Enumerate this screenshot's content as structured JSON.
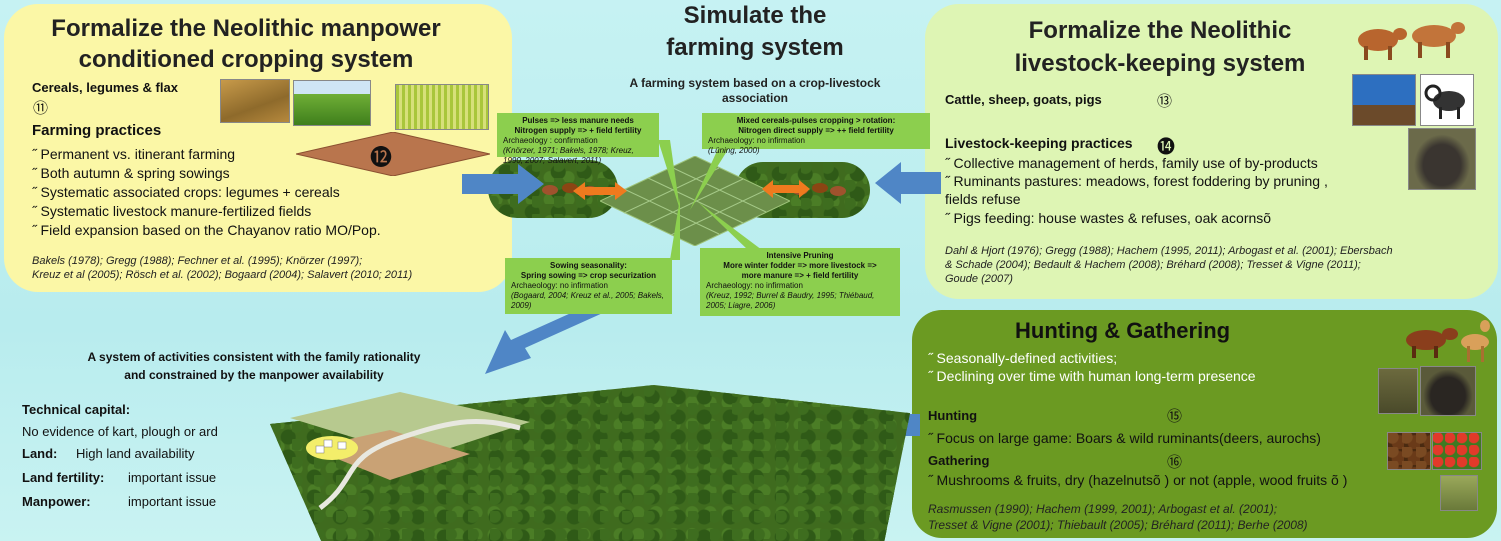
{
  "center": {
    "title_line1": "Simulate the",
    "title_line2": "farming system",
    "subtitle_line1": "A farming system based on a crop-livestock",
    "subtitle_line2": "association"
  },
  "crop_panel": {
    "title_line1": "Formalize the Neolithic manpower",
    "title_line2": "conditioned cropping system",
    "cereals_label": "Cereals, legumes & flax",
    "marker_11": "⑪",
    "practices_label": "Farming practices",
    "marker_12": "⓬",
    "bullets": [
      "˝ Permanent vs. itinerant farming",
      "˝ Both autumn & spring sowings",
      "˝ Systematic associated crops: legumes + cereals",
      "˝ Systematic livestock manure-fertilized fields",
      "˝ Field expansion based on the  Chayanov ratio MO/Pop."
    ],
    "refs_line1": "Bakels (1978); Gregg (1988); Fechner et al. (1995);  Knörzer (1997);",
    "refs_line2": "Kreuz et al (2005); Rösch et al. (2002);  Bogaard (2004); Salavert (2010; 2011)"
  },
  "live_panel": {
    "title_line1": "Formalize the Neolithic",
    "title_line2": "livestock-keeping system",
    "animals_label": "Cattle, sheep, goats, pigs",
    "marker_13": "⑬",
    "practices_label": "Livestock-keeping practices",
    "marker_14": "⓮",
    "bullets": [
      "˝ Collective management of herds, family use  of by-products",
      "˝ Ruminants  pastures: meadows, forest foddering by pruning ,",
      "   fields  refuse",
      "˝ Pigs feeding: house wastes & refuses, oak acornsõ"
    ],
    "refs_line1": "Dahl & Hjort (1976); Gregg (1988); Hachem (1995, 2011); Arbogast et al. (2001); Ebersbach",
    "refs_line2": " & Schade (2004); Bedault & Hachem (2008); Bréhard (2008); Tresset & Vigne (2011);",
    "refs_line3": " Goude (2007)"
  },
  "hunt_panel": {
    "title": "Hunting & Gathering",
    "bullet1": "˝ Seasonally-defined activities;",
    "bullet2": "˝ Declining over time with human long-term presence",
    "hunting_label": "Hunting",
    "marker_15": "⑮",
    "hunting_bullet": "˝ Focus on large game: Boars & wild ruminants(deers, aurochs)",
    "gathering_label": "Gathering",
    "marker_16": "⑯",
    "gathering_bullet": "˝ Mushrooms & fruits, dry (hazelnutsõ  ) or not (apple, wood fruits õ  )",
    "refs_line1": "Rasmussen (1990); Hachem (1999, 2001); Arbogast et al. (2001);",
    "refs_line2": "Tresset & Vigne (2001);  Thiebault (2005); Bréhard (2011);  Berhe (2008)"
  },
  "bubbles": {
    "pulses": {
      "head1": "Pulses => less manure needs",
      "head2": "Nitrogen supply => + field fertility",
      "note": "Archaeology : confirmation",
      "refs": "(Knörzer, 1971; Bakels, 1978; Kreuz, 1990, 2007; Salavert, 2011)"
    },
    "mixed": {
      "head1": "Mixed cereals-pulses cropping > rotation:",
      "head2": "Nitrogen direct supply => ++ field fertility",
      "note": "Archaeology: no infirmation",
      "refs": "(Lüning, 2000)"
    },
    "sowing": {
      "head1": "Sowing seasonality:",
      "head2": "Spring sowing => crop securization",
      "note": "Archaeology: no infirmation",
      "refs": "(Bogaard, 2004; Kreuz et al., 2005; Bakels, 2009)"
    },
    "pruning": {
      "head1": "Intensive Pruning",
      "head2": "More winter fodder => more livestock =>",
      "head3": "more manure => + field fertility",
      "note": "Archaeology: no infirmation",
      "refs": "(Kreuz, 1992; Burrel & Baudry, 1995; Thiébaud, 2005; Liagre, 2006)"
    }
  },
  "system": {
    "line1": "A system of activities consistent with the family rationality",
    "line2": "and constrained by the manpower availability",
    "tech_label": "Technical capital:",
    "tech_value": "No evidence of kart, plough or ard",
    "land_label": "Land:",
    "land_value": "High land availability",
    "fert_label": "Land fertility:",
    "fert_value": "important issue",
    "man_label": "Manpower:",
    "man_value": "important issue"
  },
  "colors": {
    "crop_panel": "#fbf7a6",
    "live_panel": "#def5b4",
    "hunt_panel": "#6b9a22",
    "arrow_blue": "#4f86c6",
    "arrow_orange": "#ef7a1e",
    "bubble_green": "#8ccf4e"
  }
}
